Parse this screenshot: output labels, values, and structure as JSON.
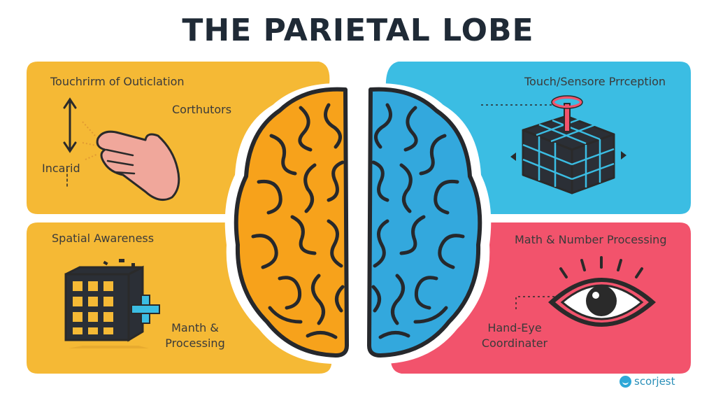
{
  "title": "THE PARIETAL LOBE",
  "panels": {
    "top_left": {
      "color": "#f5b935",
      "heading": "Touchrirm of Outiclation",
      "label_right": "Corthutors",
      "label_bottom": "Incarid",
      "icon": "hand-icon"
    },
    "top_right": {
      "color": "#3bbde3",
      "heading": "Touch/Sensore Prrception",
      "icon": "cube-button-icon"
    },
    "bottom_left": {
      "color": "#f5b935",
      "heading": "Spatial Awareness",
      "label_line1": "Manth &",
      "label_line2": "Processing",
      "icon": "grid-cube-icon"
    },
    "bottom_right": {
      "color": "#f2536c",
      "heading": "Math & Number Processing",
      "label_line1": "Hand-Eye",
      "label_line2": "Coordinater",
      "icon": "eye-icon"
    }
  },
  "brain": {
    "left_color": "#f7a21b",
    "right_color": "#33a8dd",
    "icon": "brain-icon"
  },
  "logo": {
    "text": "scorjest",
    "icon": "smile-logo-icon"
  }
}
